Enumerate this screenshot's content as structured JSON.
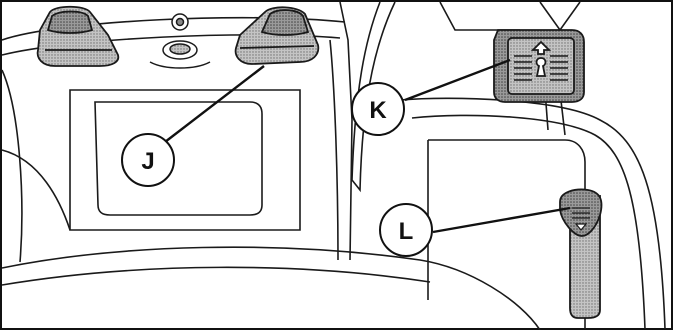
{
  "callouts": [
    {
      "id": "J",
      "label": "J"
    },
    {
      "id": "K",
      "label": "K"
    },
    {
      "id": "L",
      "label": "L"
    }
  ],
  "colors": {
    "outline": "#1a1a1a",
    "part_fill": "#b8b8b8",
    "part_fill_dark": "#8c8c8c",
    "background": "#ffffff"
  }
}
